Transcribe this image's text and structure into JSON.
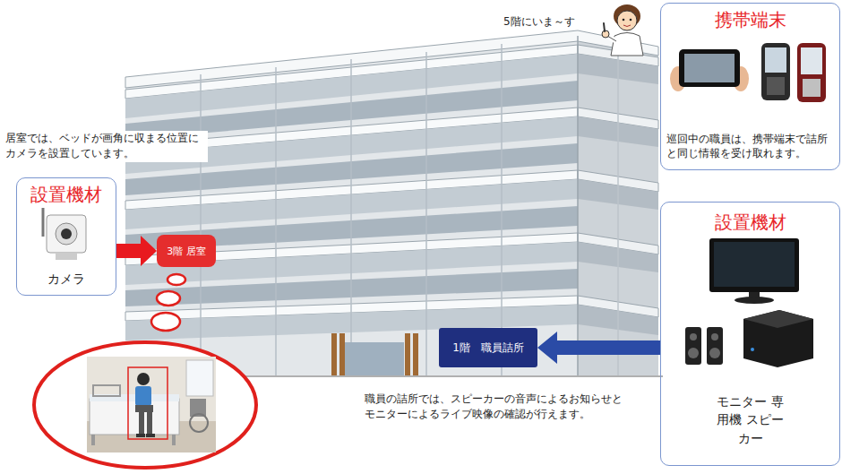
{
  "diagram": {
    "nodes": [
      {
        "text": [
          "携帯端末",
          "巡回中の職員は、携帯端末で詰所と同じ情報を受け取れます。"
        ]
      },
      {
        "text": [
          "設置機材",
          "カメラ"
        ]
      },
      {
        "text": [
          "3階 居室"
        ]
      },
      {
        "text": [
          "設置機材",
          "モニター 専用機 スピーカー"
        ]
      },
      {
        "text": [
          "1階　職員詰所"
        ]
      }
    ],
    "edges": [
      {
        "from": 1,
        "to": 2,
        "arrow": "to"
      },
      {
        "from": 3,
        "to": 4,
        "arrow": "to"
      }
    ],
    "labels": [
      "5階にいま～す",
      "居室では、ベッドが画角に収まる位置に カメラを設置しています。",
      "職員の詰所では、スピーカーの音声によるお知らせと モニターによるライブ映像の確認が行えます。"
    ]
  }
}
